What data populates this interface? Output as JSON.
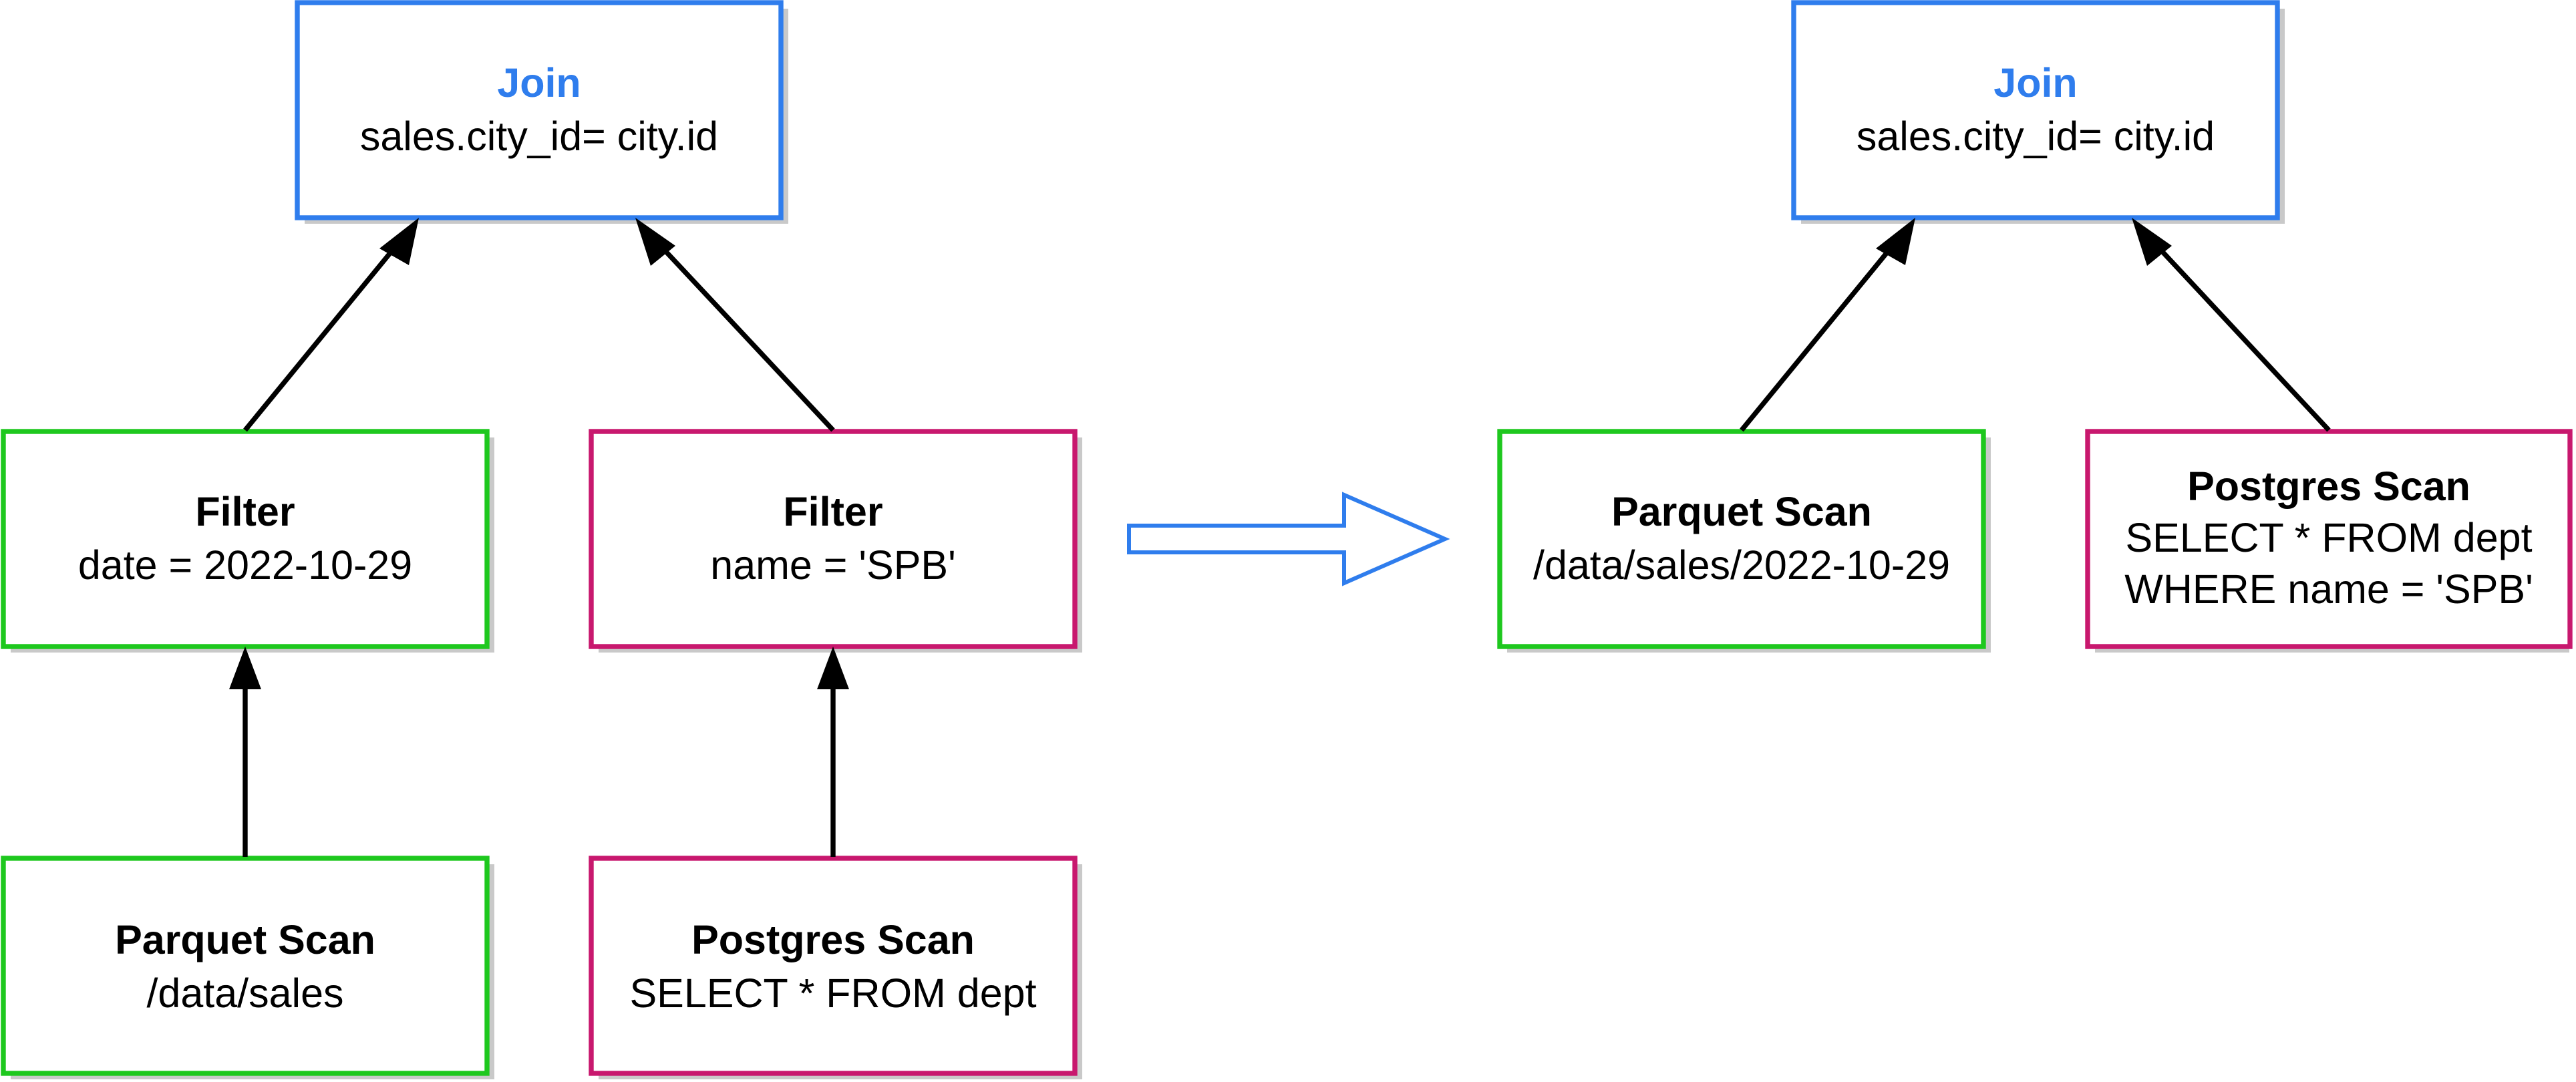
{
  "colors": {
    "join": "#2f7ded",
    "sales_source": "#1ec81e",
    "dept_source": "#c8186e",
    "text": "#000000",
    "edge": "#000000",
    "transform_arrow": "#2f7ded"
  },
  "before": {
    "join": {
      "title": "Join",
      "lines": [
        "sales.city_id= city.id"
      ]
    },
    "filter_sales": {
      "title": "Filter",
      "lines": [
        "date = 2022-10-29"
      ]
    },
    "filter_dept": {
      "title": "Filter",
      "lines": [
        "name = 'SPB'"
      ]
    },
    "scan_sales": {
      "title": "Parquet Scan",
      "lines": [
        "/data/sales"
      ]
    },
    "scan_dept": {
      "title": "Postgres Scan",
      "lines": [
        "SELECT * FROM dept"
      ]
    }
  },
  "after": {
    "join": {
      "title": "Join",
      "lines": [
        "sales.city_id= city.id"
      ]
    },
    "scan_sales": {
      "title": "Parquet Scan",
      "lines": [
        "/data/sales/2022-10-29"
      ]
    },
    "scan_dept": {
      "title": "Postgres Scan",
      "lines": [
        "SELECT * FROM dept",
        "WHERE name = 'SPB'"
      ]
    }
  }
}
